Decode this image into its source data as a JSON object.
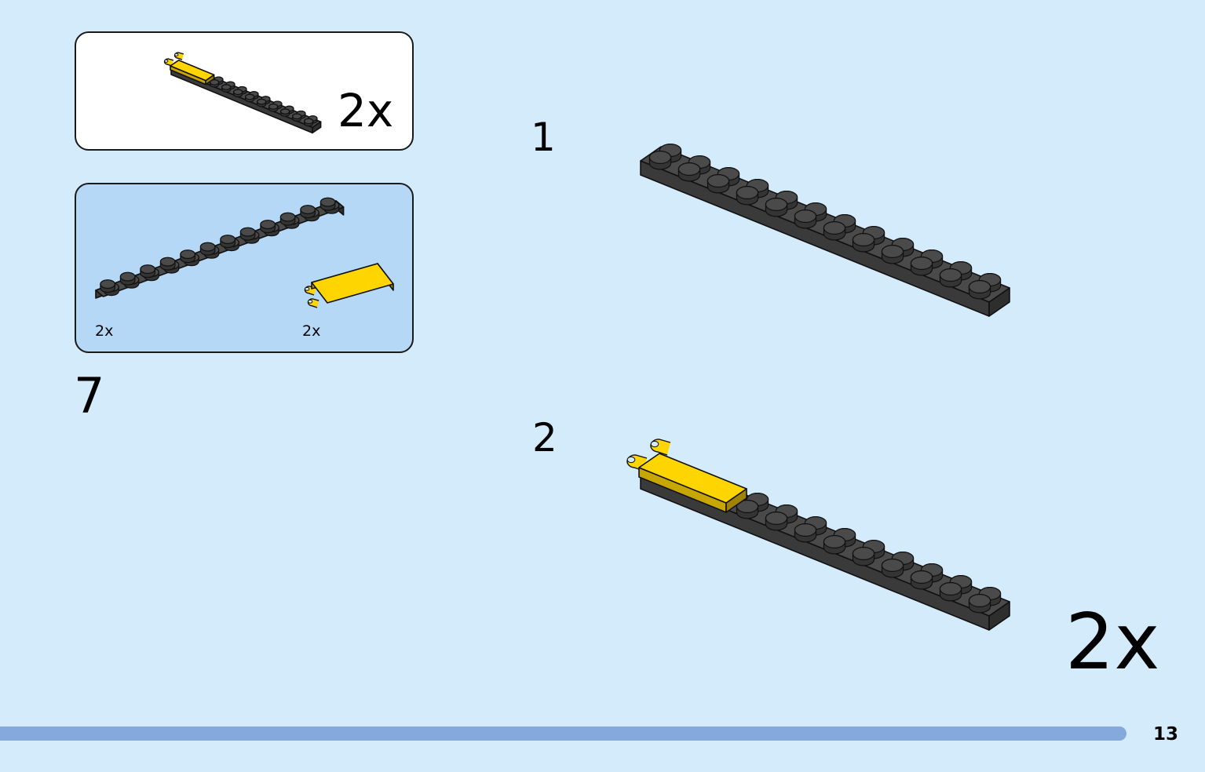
{
  "result_box": {
    "multiplier": "2x"
  },
  "parts_box": {
    "parts": [
      {
        "name": "plate-2x12-dark-gray-icon",
        "qty": "2x",
        "color": "#4a4a4a"
      },
      {
        "name": "tile-2x3-clips-yellow-icon",
        "qty": "2x",
        "color": "#ffd500"
      }
    ]
  },
  "step": {
    "number": "7"
  },
  "substeps": [
    {
      "number": "1"
    },
    {
      "number": "2"
    }
  ],
  "final": {
    "multiplier": "2x"
  },
  "footer": {
    "page_number": "13"
  },
  "colors": {
    "background": "#d4ebfb",
    "parts_box_bg": "#b5d8f6",
    "progress_bar": "#85a9dc",
    "dark_gray": "#4a4a4a",
    "yellow": "#ffd500"
  }
}
